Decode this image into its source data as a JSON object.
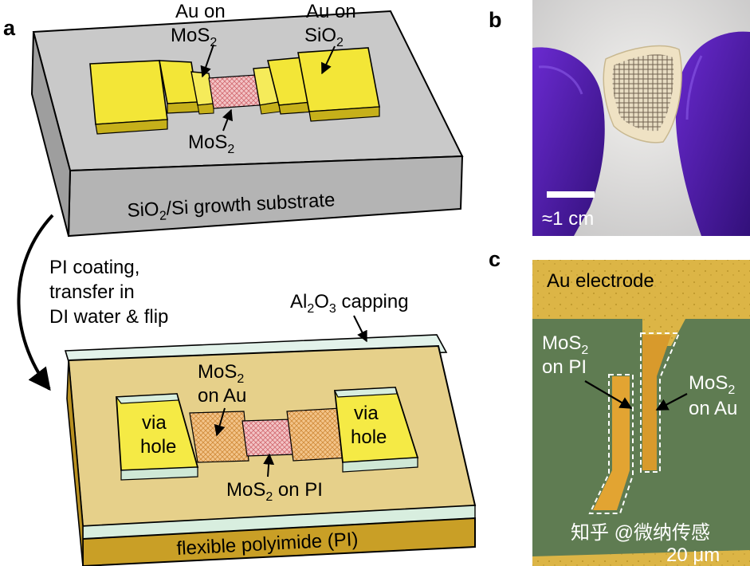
{
  "panels": {
    "a": "a",
    "b": "b",
    "c": "c"
  },
  "top_device": {
    "au_on_mos2": {
      "line1": "Au on",
      "line2_base": "MoS",
      "line2_sub": "2"
    },
    "au_on_sio2": {
      "line1": "Au on",
      "line2_base": "SiO",
      "line2_sub": "2"
    },
    "mos2": {
      "base": "MoS",
      "sub": "2"
    },
    "substrate": {
      "base1": "SiO",
      "sub": "2",
      "rest": "/Si growth substrate"
    }
  },
  "process": {
    "line1": "PI coating,",
    "line2": "transfer in",
    "line3": "DI water & flip"
  },
  "bottom_device": {
    "capping": {
      "p1": "Al",
      "s1": "2",
      "p2": "O",
      "s2": "3",
      "p3": " capping"
    },
    "mos2_on_au": {
      "base": "MoS",
      "sub": "2",
      "line2": "on Au"
    },
    "via_left": {
      "line1": "via",
      "line2": "hole"
    },
    "via_right": {
      "line1": "via",
      "line2": "hole"
    },
    "mos2_on_pi": {
      "base": "MoS",
      "sub": "2",
      "rest": " on PI"
    },
    "film": "flexible polyimide (PI)"
  },
  "photo": {
    "scale": "≈1 cm"
  },
  "micrograph": {
    "electrode": "Au electrode",
    "left_label": {
      "base": "MoS",
      "sub": "2",
      "line2": "on PI"
    },
    "right_label": {
      "base": "MoS",
      "sub": "2",
      "line2": "on Au"
    },
    "watermark": "知乎 @微纳传感",
    "scale": "20 μm"
  },
  "colors": {
    "gold": "#f2e639",
    "gold_dark": "#c9b21c",
    "substrate_gray": "#c8c8c8",
    "pi_film": "#e8d28a",
    "pi_bottom": "#c9a02a",
    "capping": "#dff0e6",
    "mos2_pink": "#f0b5b8",
    "mos2_orange": "#f0b070",
    "glove_purple": "#4a1a9a",
    "micro_green": "#5e7a52",
    "micro_gold": "#d8b040"
  }
}
